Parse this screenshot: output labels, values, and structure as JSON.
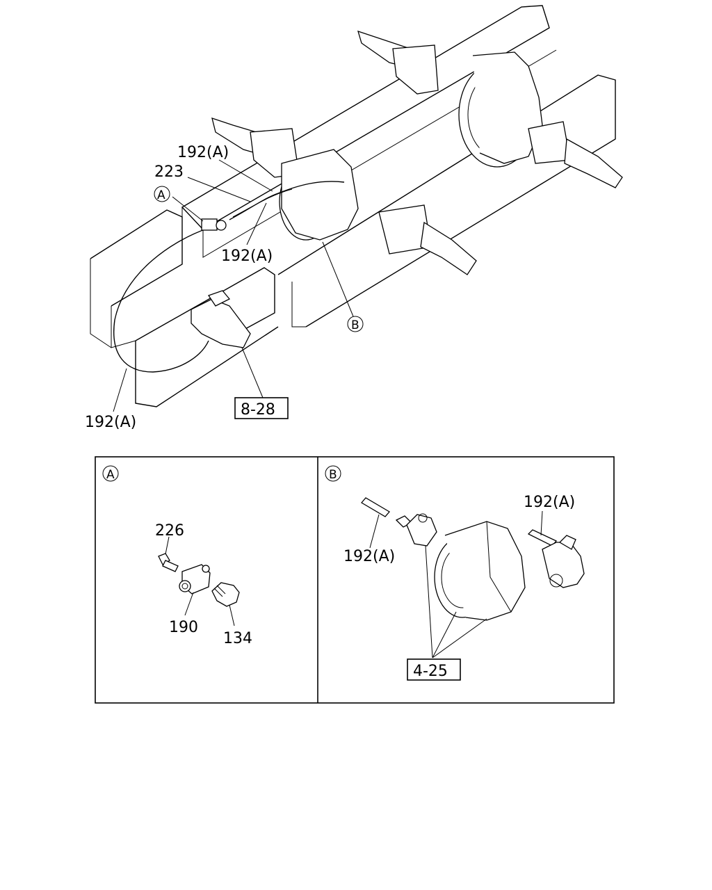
{
  "labels": {
    "main_192a_top": "192(A)",
    "main_223": "223",
    "main_ref_a": "A",
    "main_192a_mid": "192(A)",
    "main_ref_b": "B",
    "main_ref_828": "8-28",
    "main_192a_bottom": "192(A)"
  },
  "detail_a": {
    "marker": "A",
    "part_226": "226",
    "part_190": "190",
    "part_134": "134"
  },
  "detail_b": {
    "marker": "B",
    "part_192a_right": "192(A)",
    "part_192a_left": "192(A)",
    "ref_425": "4-25"
  }
}
